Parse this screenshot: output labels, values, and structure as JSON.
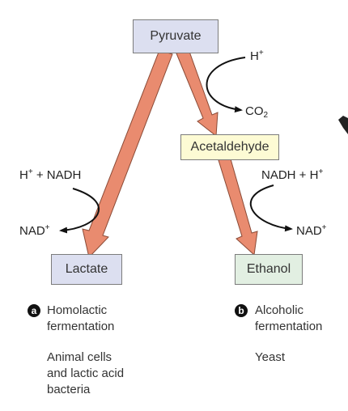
{
  "colors": {
    "arrow_fill": "#e98b6f",
    "arrow_stroke": "#8a4a36",
    "box_blue": "#dcdff0",
    "box_yellow": "#fdfbd4",
    "box_green": "#e2efe2",
    "curve": "#111111"
  },
  "nodes": {
    "pyruvate": "Pyruvate",
    "acetaldehyde": "Acetaldehyde",
    "lactate": "Lactate",
    "ethanol": "Ethanol"
  },
  "labels": {
    "h_top": "H",
    "h_top_sup": "+",
    "co": "CO",
    "co_sub": "2",
    "left_in_h": "H",
    "left_in_h_sup": "+",
    "left_in_rest": " + NADH",
    "left_out": "NAD",
    "left_out_sup": "+",
    "right_in_main": "NADH + H",
    "right_in_sup": "+",
    "right_out": "NAD",
    "right_out_sup": "+"
  },
  "captions": {
    "a": {
      "badge": "a",
      "line1": "Homolactic",
      "line2": "fermentation",
      "org1": "Animal cells",
      "org2": "and lactic acid",
      "org3": "bacteria"
    },
    "b": {
      "badge": "b",
      "line1": "Alcoholic",
      "line2": "fermentation",
      "org1": "Yeast"
    }
  }
}
